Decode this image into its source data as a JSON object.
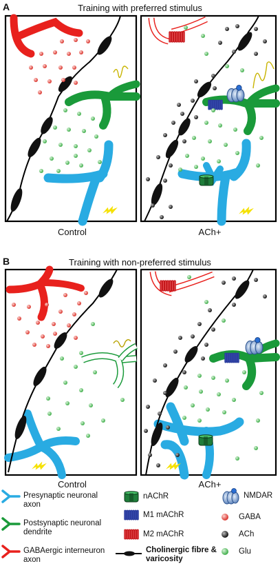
{
  "section_a": {
    "letter": "A",
    "title": "Training with preferred stimulus",
    "left_label": "Control",
    "right_label": "ACh+"
  },
  "section_b": {
    "letter": "B",
    "title": "Training with non-preferred stimulus",
    "left_label": "Control",
    "right_label": "ACh+"
  },
  "legend": {
    "presynaptic": "Presynaptic neuronal axon",
    "postsynaptic": "Postsynaptic neuronal dendrite",
    "gabaergic": "GABAergic interneuron axon",
    "nachr": "nAChR",
    "m1": "M1 mAChR",
    "m2": "M2 mAChR",
    "cholinergic": "Cholinergic fibre & varicosity",
    "nmdar": "NMDAR",
    "gaba": "GABA",
    "ach": "ACh",
    "glu": "Glu"
  },
  "colors": {
    "blue": "#29abe2",
    "green": "#1a9a3a",
    "red": "#e8211d",
    "navy": "#2a3b9b",
    "glu": "#7ecb7e",
    "gaba": "#e8706a",
    "ach": "#333333",
    "yellow": "#f5e100"
  }
}
